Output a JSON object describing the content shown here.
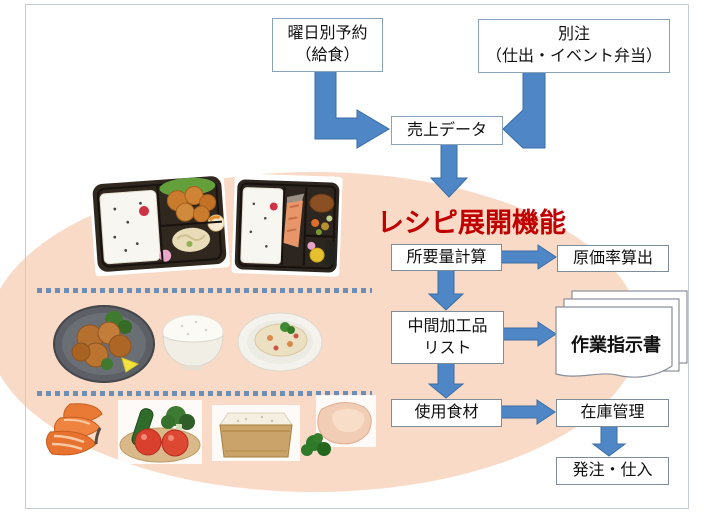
{
  "diagram": {
    "title": "レシピ展開機能",
    "sources": {
      "yoyaku_line1": "曜日別予約",
      "yoyaku_line2": "（給食）",
      "betchu_line1": "別注",
      "betchu_line2": "（仕出・イベント弁当）",
      "uriage": "売上データ"
    },
    "flow": {
      "shoyoryo": "所要量計算",
      "genka": "原価率算出",
      "chukan_line1": "中間加工品",
      "chukan_line2": "リスト",
      "sagyo": "作業指示書",
      "shiyo": "使用食材",
      "zaiko": "在庫管理",
      "hatchu": "発注・仕入"
    },
    "photos": [
      "bento-karaage-photo",
      "bento-salmon-photo",
      "karaage-plate-photo",
      "rice-bowl-photo",
      "potato-salad-photo",
      "salmon-fillets-photo",
      "vegetables-photo",
      "rice-box-photo",
      "raw-chicken-photo"
    ],
    "colors": {
      "accent_red": "#C00000",
      "arrow_blue": "#4E86C6",
      "arrow_border": "#3B6EA5",
      "ellipse_peach": "#F9DAC6",
      "dotted_line_blue": "#6E8FB5",
      "frame_border": "#C6CBD1"
    }
  }
}
